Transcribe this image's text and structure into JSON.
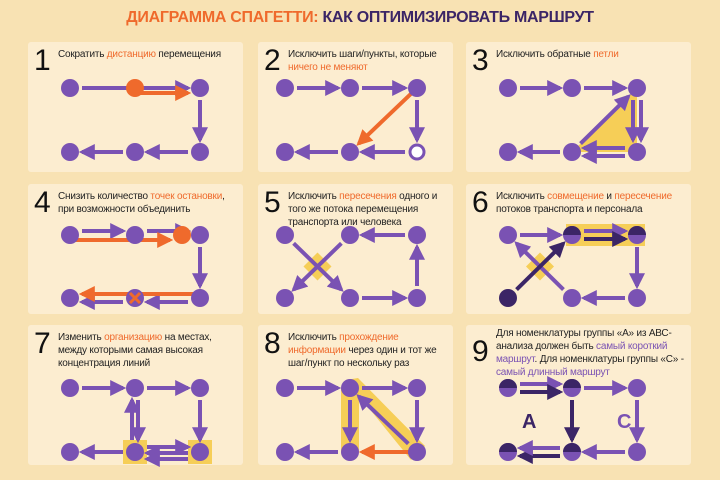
{
  "title": {
    "part1": "ДИАГРАММА СПАГЕТТИ:",
    "part2": "КАК ОПТИМИЗИРОВАТЬ МАРШРУТ"
  },
  "colors": {
    "purple": "#7a52b3",
    "dark": "#3b2566",
    "orange": "#ef6a2c",
    "yellow": "#f5c842",
    "background": "#f8e2b3",
    "panel": "#fcedd0"
  },
  "panels": [
    {
      "number": "1",
      "segments": [
        {
          "t": "Сократить ",
          "s": ""
        },
        {
          "t": "дистанцию",
          "s": "hl"
        },
        {
          "t": " перемещения",
          "s": ""
        }
      ]
    },
    {
      "number": "2",
      "segments": [
        {
          "t": "Исключить шаги/пункты, которые ",
          "s": ""
        },
        {
          "t": "ничего не меняют",
          "s": "hl"
        }
      ]
    },
    {
      "number": "3",
      "segments": [
        {
          "t": "Исключить обратные ",
          "s": ""
        },
        {
          "t": "петли",
          "s": "hl"
        }
      ]
    },
    {
      "number": "4",
      "segments": [
        {
          "t": "Снизить количество ",
          "s": ""
        },
        {
          "t": "точек остановки",
          "s": "hl"
        },
        {
          "t": ", при возможности объединить",
          "s": ""
        }
      ]
    },
    {
      "number": "5",
      "segments": [
        {
          "t": "Исключить ",
          "s": ""
        },
        {
          "t": "пересечения",
          "s": "hl"
        },
        {
          "t": " одного и того же потока перемещения транспорта или человека",
          "s": ""
        }
      ]
    },
    {
      "number": "6",
      "segments": [
        {
          "t": "Исключить ",
          "s": ""
        },
        {
          "t": "совмещение",
          "s": "hl"
        },
        {
          "t": " и ",
          "s": ""
        },
        {
          "t": "пересечение",
          "s": "hl"
        },
        {
          "t": " потоков транспорта и персонала",
          "s": ""
        }
      ]
    },
    {
      "number": "7",
      "segments": [
        {
          "t": "Изменить ",
          "s": ""
        },
        {
          "t": "организацию",
          "s": "hl"
        },
        {
          "t": " на местах, между которыми самая высокая концентрация линий",
          "s": ""
        }
      ]
    },
    {
      "number": "8",
      "segments": [
        {
          "t": "Исключить ",
          "s": ""
        },
        {
          "t": "прохождение информации",
          "s": "hl"
        },
        {
          "t": " через один и тот же шаг/пункт по нескольку раз",
          "s": ""
        }
      ]
    },
    {
      "number": "9",
      "segments": [
        {
          "t": "Для номенклатуры группы «А» из АВС-анализа должен быть ",
          "s": ""
        },
        {
          "t": "самый короткий маршрут",
          "s": "hp"
        },
        {
          "t": ". Для номенклатуры группы «С» - ",
          "s": ""
        },
        {
          "t": "самый длинный маршрут",
          "s": "hp"
        }
      ]
    }
  ],
  "route_labels": {
    "a": "A",
    "c": "C"
  }
}
